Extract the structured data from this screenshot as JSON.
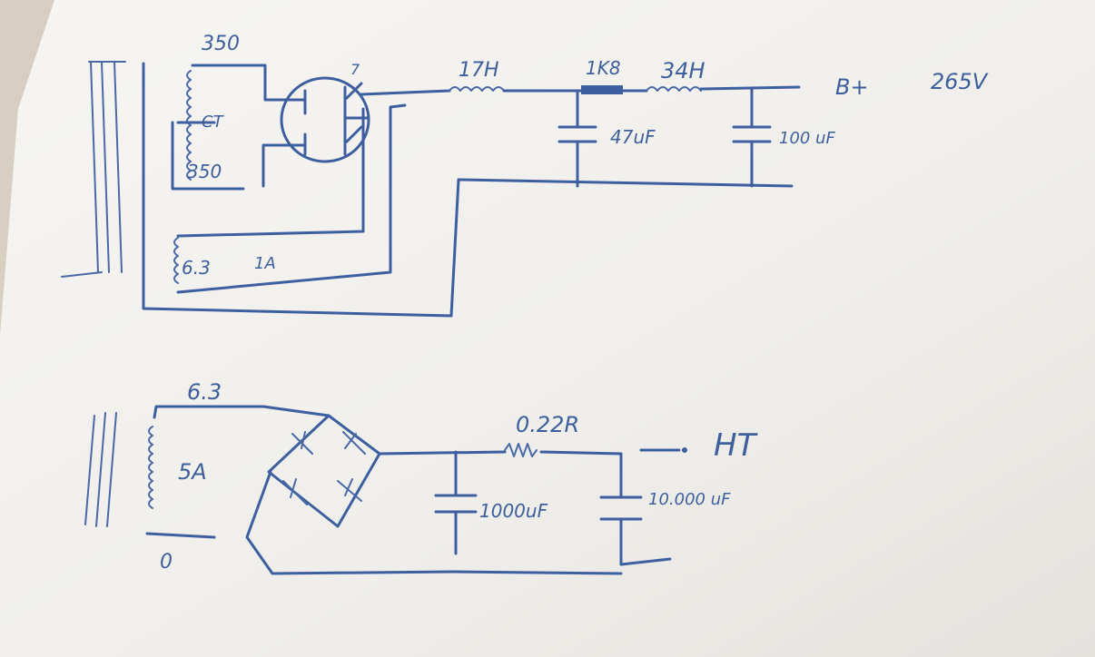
{
  "supply_top": {
    "labels": {
      "hv_top": "350",
      "center_tap": "CT",
      "hv_bottom": "350",
      "heater": "6.3",
      "heater_current": "1A",
      "tube_pin": "7",
      "choke1": "17H",
      "resistor": "1K8",
      "choke2": "34H",
      "cap1": "47uF",
      "cap2": "100 uF",
      "output": "B+",
      "voltage": "265V"
    }
  },
  "supply_bottom": {
    "labels": {
      "secondary_v": "6.3",
      "secondary_a": "5A",
      "zero": "0",
      "resistor": "0.22R",
      "cap1": "1000uF",
      "cap2": "10.000 uF",
      "output": "HT"
    }
  },
  "colors": {
    "paper": "#f3f2ee",
    "ink": "#3e5f9f",
    "table": "#d8d2c6"
  }
}
